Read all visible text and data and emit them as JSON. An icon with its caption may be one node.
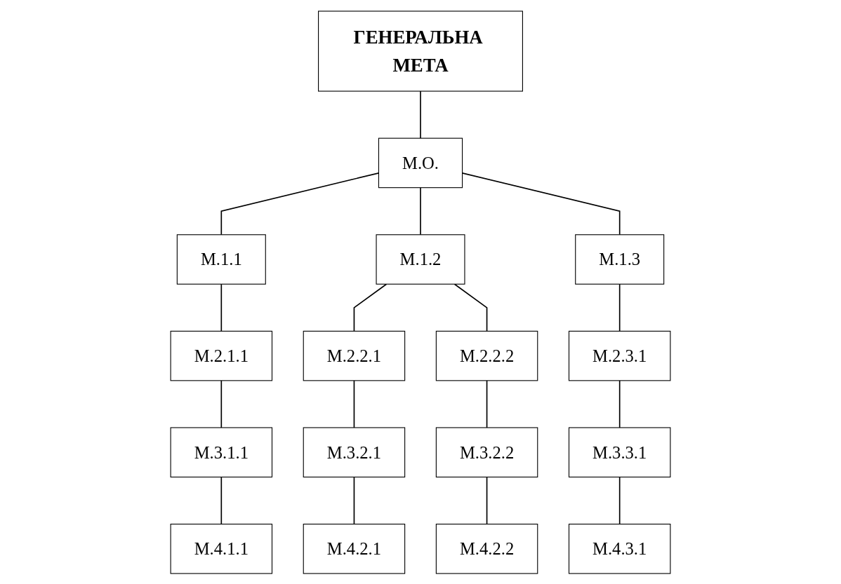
{
  "diagram": {
    "nodes": [
      {
        "text": [
          "ГЕНЕРАЛЬНА МЕТА"
        ]
      },
      {
        "text": [
          "М.О."
        ]
      },
      {
        "text": [
          "М.1.1"
        ]
      },
      {
        "text": [
          "М.1.2"
        ]
      },
      {
        "text": [
          "М.1.3"
        ]
      },
      {
        "text": [
          "М.2.1.1"
        ]
      },
      {
        "text": [
          "М.2.2.1"
        ]
      },
      {
        "text": [
          "М.2.2.2"
        ]
      },
      {
        "text": [
          "М.2.3.1"
        ]
      },
      {
        "text": [
          "М.3.1.1"
        ]
      },
      {
        "text": [
          "М.3.2.1"
        ]
      },
      {
        "text": [
          "М.3.2.2"
        ]
      },
      {
        "text": [
          "М.3.3.1"
        ]
      },
      {
        "text": [
          "М.4.1.1"
        ]
      },
      {
        "text": [
          "М.4.2.1"
        ]
      },
      {
        "text": [
          "М.4.2.2"
        ]
      },
      {
        "text": [
          "М.4.3.1"
        ]
      }
    ],
    "edges": [
      {
        "from": 0,
        "to": 1,
        "arrow": "none"
      },
      {
        "from": 1,
        "to": 2,
        "arrow": "none"
      },
      {
        "from": 1,
        "to": 3,
        "arrow": "none"
      },
      {
        "from": 1,
        "to": 4,
        "arrow": "none"
      },
      {
        "from": 2,
        "to": 5,
        "arrow": "none"
      },
      {
        "from": 3,
        "to": 6,
        "arrow": "none"
      },
      {
        "from": 3,
        "to": 7,
        "arrow": "none"
      },
      {
        "from": 4,
        "to": 8,
        "arrow": "none"
      },
      {
        "from": 5,
        "to": 9,
        "arrow": "none"
      },
      {
        "from": 6,
        "to": 10,
        "arrow": "none"
      },
      {
        "from": 7,
        "to": 11,
        "arrow": "none"
      },
      {
        "from": 8,
        "to": 12,
        "arrow": "none"
      },
      {
        "from": 9,
        "to": 13,
        "arrow": "none"
      },
      {
        "from": 10,
        "to": 14,
        "arrow": "none"
      },
      {
        "from": 11,
        "to": 15,
        "arrow": "none"
      },
      {
        "from": 12,
        "to": 16,
        "arrow": "none"
      }
    ]
  }
}
